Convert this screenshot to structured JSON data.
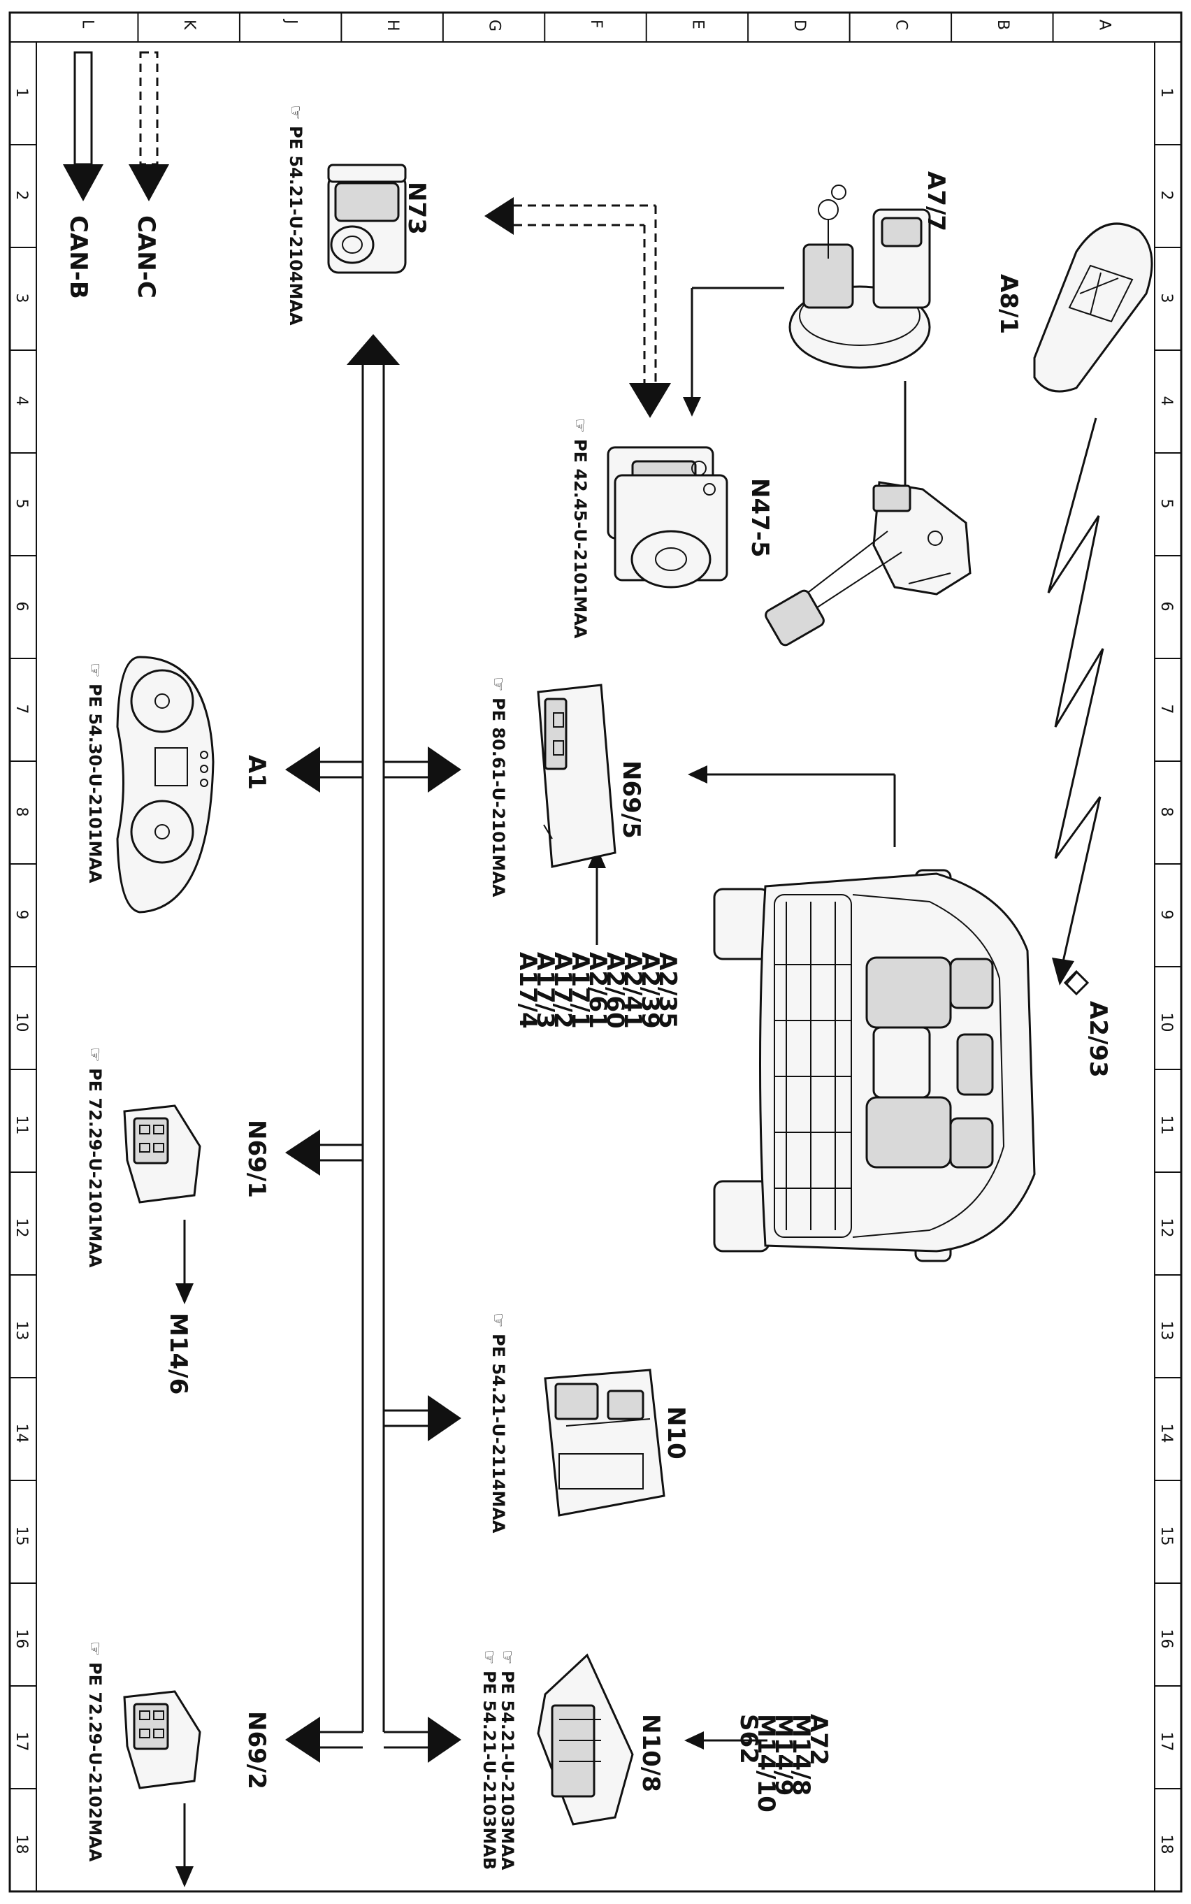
{
  "grid": {
    "letters": [
      "L",
      "K",
      "J",
      "H",
      "G",
      "F",
      "E",
      "D",
      "C",
      "B",
      "A"
    ],
    "numbers": [
      "1",
      "2",
      "3",
      "4",
      "5",
      "6",
      "7",
      "8",
      "9",
      "10",
      "11",
      "12",
      "13",
      "14",
      "15",
      "16",
      "17",
      "18"
    ]
  },
  "legend": {
    "can_b": "CAN-B",
    "can_c": "CAN-C"
  },
  "components": {
    "a8_1": "A8/1",
    "a7_7": "A7/7",
    "n47_5": "N47-5",
    "n73": "N73",
    "n69_5": "N69/5",
    "a1": "A1",
    "a2_93": "A2/93",
    "n69_1": "N69/1",
    "m14_6": "M14/6",
    "n10": "N10",
    "n10_8": "N10/8",
    "n69_2": "N69/2"
  },
  "refs": {
    "n73": "PE  54.21-U-2104MAA",
    "n47_5": "PE  42.45-U-2101MAA",
    "n69_5": "PE  80.61-U-2101MAA",
    "a1": "PE  54.30-U-2101MAA",
    "n69_1": "PE  72.29-U-2101MAA",
    "n10": "PE  54.21-U-2114MAA",
    "n10_8_a": "PE  54.21-U-2103MAA",
    "n10_8_b": "PE  54.21-U-2103MAB",
    "n69_2": "PE  72.29-U-2102MAA"
  },
  "inputs": {
    "n69_5": [
      "A2/35",
      "A2/39",
      "A2/41",
      "A2/60",
      "A2/61",
      "A17/1",
      "A17/2",
      "A17/3",
      "A17/4"
    ],
    "n10_8": [
      "A72",
      "M14/8",
      "M14/9",
      "M14/10",
      "S62"
    ]
  }
}
